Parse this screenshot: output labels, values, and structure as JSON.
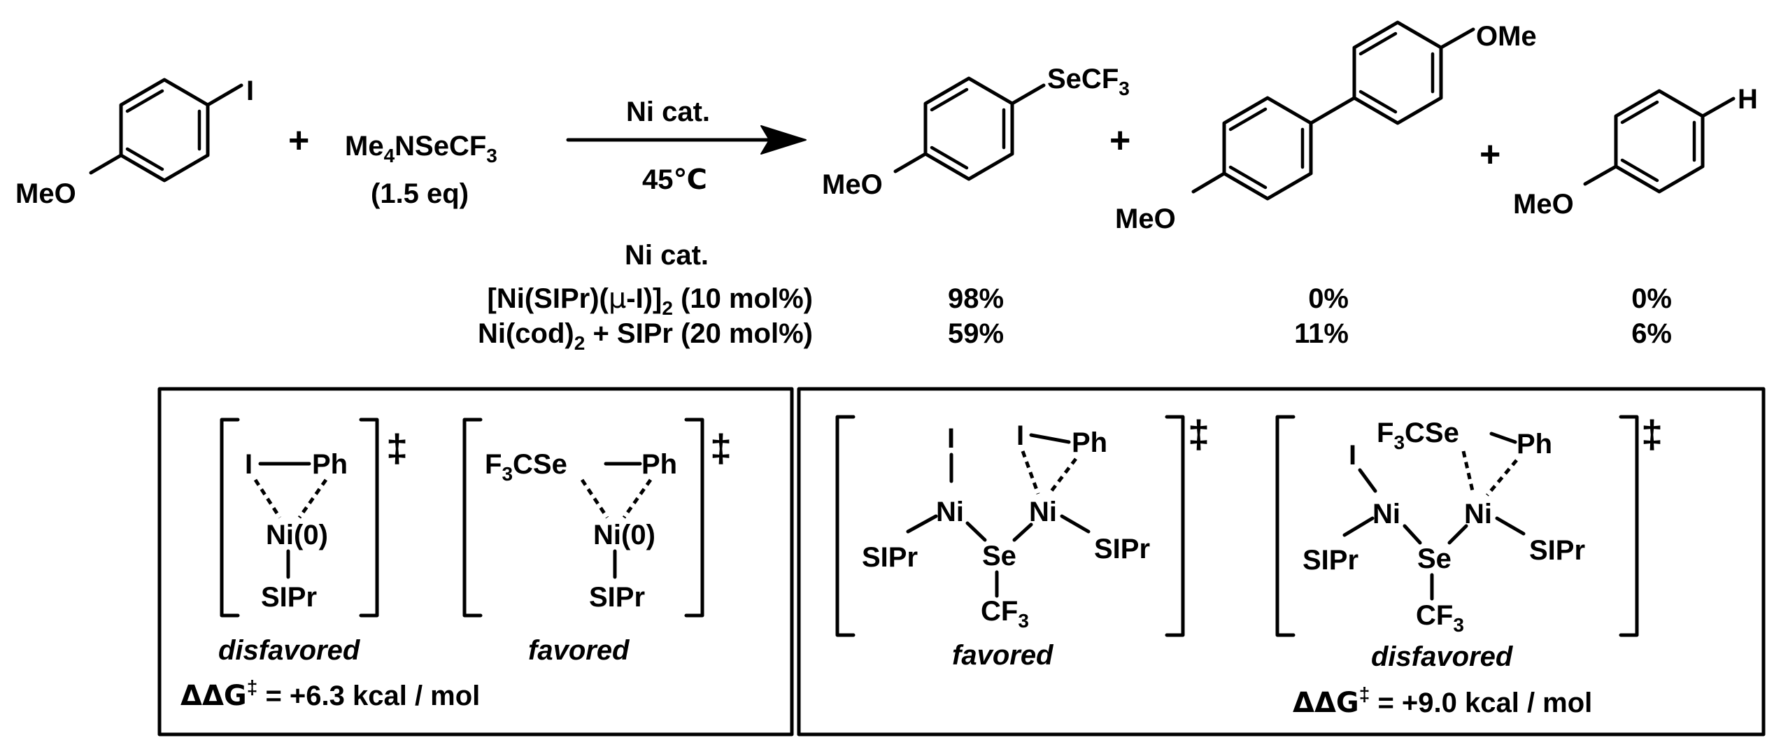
{
  "reaction": {
    "aryl_iodide_substituent_top": "I",
    "aryl_iodide_substituent_bottom": "MeO",
    "plus_1": "+",
    "reagent": {
      "main": "Me",
      "sub": "4",
      "rest": "NSeCF",
      "sub2": "3"
    },
    "reagent_equiv": "(1.5 eq)",
    "arrow_above": "Ni cat.",
    "arrow_below": "45℃",
    "product_1_substituent_top": {
      "main": "SeCF",
      "sub": "3"
    },
    "product_1_substituent_bottom": "MeO",
    "plus_2": "+",
    "product_2_substituent_top": "OMe",
    "product_2_substituent_bottom": "MeO",
    "plus_3": "+",
    "product_3_substituent_top": "H",
    "product_3_substituent_bottom": "MeO"
  },
  "yields_table": {
    "header": "Ni cat.",
    "rows": [
      {
        "catalyst": {
          "pre": "[Ni(SIPr)(",
          "mu": "μ",
          "mid": "-I)]",
          "sub": "2",
          "post": " (10 mol%)"
        },
        "product_1_yield": "98%",
        "product_2_yield": "0%",
        "product_3_yield": "0%"
      },
      {
        "catalyst": {
          "pre": "Ni(cod)",
          "sub": "2",
          "post": " + SIPr (20 mol%)"
        },
        "product_1_yield": "59%",
        "product_2_yield": "11%",
        "product_3_yield": "6%"
      }
    ]
  },
  "left_box": {
    "ts_mark": "‡",
    "ts_1": {
      "atom_i": "I",
      "atom_ph": "Ph",
      "metal": "Ni(0)",
      "ligand": "SIPr",
      "label": "disfavored"
    },
    "ts_2": {
      "group": {
        "pre": "F",
        "sub": "3",
        "post": "CSe"
      },
      "atom_ph": "Ph",
      "metal": "Ni(0)",
      "ligand": "SIPr",
      "label": "favored"
    },
    "energy": {
      "pre": "ΔΔG",
      "sup": "‡",
      "post": " = +6.3 kcal / mol"
    }
  },
  "right_box": {
    "ts_mark": "‡",
    "ts_1": {
      "atom_i_left": "I",
      "atom_i_right": "I",
      "atom_ph": "Ph",
      "metal_left": "Ni",
      "metal_right": "Ni",
      "bridge": "Se",
      "bridge_group": {
        "pre": "CF",
        "sub": "3"
      },
      "ligand_left": "SIPr",
      "ligand_right": "SIPr",
      "label": "favored"
    },
    "ts_2": {
      "atom_i": "I",
      "group": {
        "pre": "F",
        "sub": "3",
        "post": "CSe"
      },
      "atom_ph": "Ph",
      "metal_left": "Ni",
      "metal_right": "Ni",
      "bridge": "Se",
      "bridge_group": {
        "pre": "CF",
        "sub": "3"
      },
      "ligand_left": "SIPr",
      "ligand_right": "SIPr",
      "label": "disfavored"
    },
    "energy": {
      "pre": "ΔΔG",
      "sup": "‡",
      "post": " = +9.0 kcal / mol"
    }
  }
}
